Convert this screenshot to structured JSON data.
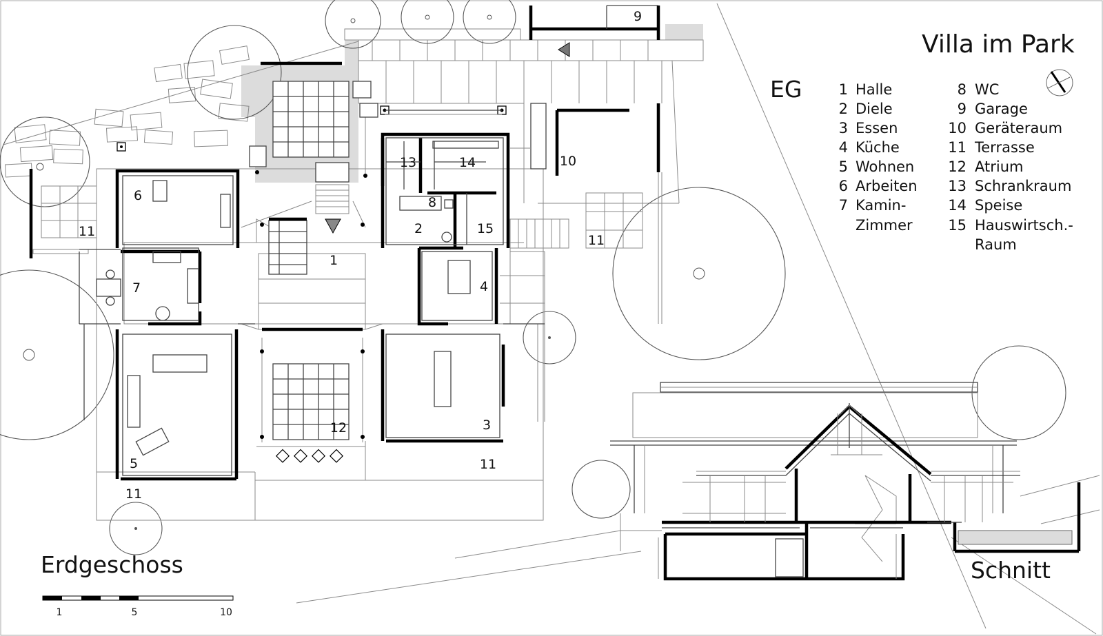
{
  "title": "Villa im Park",
  "floor_code": "EG",
  "plan_label": "Erdgeschoss",
  "section_label": "Schnitt",
  "legend_col1": [
    {
      "num": "1",
      "name": "Halle"
    },
    {
      "num": "2",
      "name": "Diele"
    },
    {
      "num": "3",
      "name": "Essen"
    },
    {
      "num": "4",
      "name": "Küche"
    },
    {
      "num": "5",
      "name": "Wohnen"
    },
    {
      "num": "6",
      "name": "Arbeiten"
    },
    {
      "num": "7",
      "name": "Kamin-"
    },
    {
      "num": "",
      "name": "Zimmer"
    }
  ],
  "legend_col2": [
    {
      "num": "8",
      "name": "WC"
    },
    {
      "num": "9",
      "name": "Garage"
    },
    {
      "num": "10",
      "name": "Geräteraum"
    },
    {
      "num": "11",
      "name": "Terrasse"
    },
    {
      "num": "12",
      "name": "Atrium"
    },
    {
      "num": "13",
      "name": "Schrankraum"
    },
    {
      "num": "14",
      "name": "Speise"
    },
    {
      "num": "15",
      "name": "Hauswirtsch.-"
    },
    {
      "num": "",
      "name": "Raum"
    }
  ],
  "room_labels": {
    "r1": "1",
    "r2": "2",
    "r3": "3",
    "r4": "4",
    "r5": "5",
    "r6": "6",
    "r7": "7",
    "r8": "8",
    "r9": "9",
    "r10": "10",
    "r11a": "11",
    "r11b": "11",
    "r11c": "11",
    "r11d": "11",
    "r12": "12",
    "r13": "13",
    "r14": "14",
    "r15": "15"
  },
  "scale_bar": {
    "labels": [
      "1",
      "5",
      "10"
    ]
  },
  "colors": {
    "ink": "#000000",
    "hatch": "#dcdcdc",
    "thin_line": "#8a8a8a"
  },
  "icons": [
    "north-arrow-icon",
    "entrance-arrow-icon"
  ]
}
